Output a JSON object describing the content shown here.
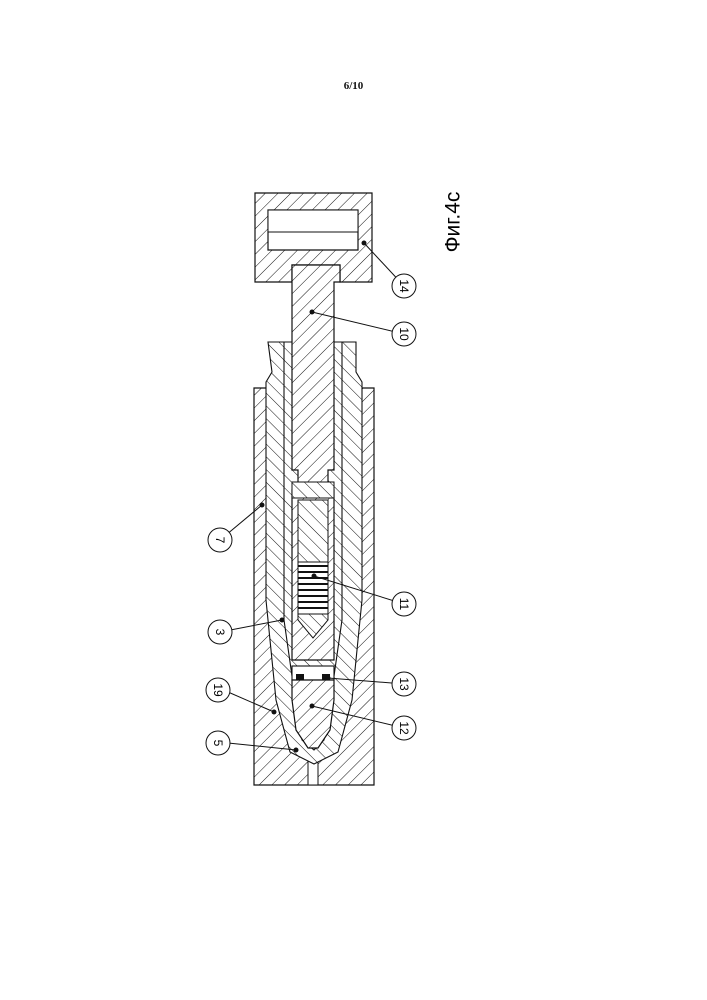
{
  "page": {
    "number": "6/10"
  },
  "figure": {
    "label": "Фиг.4с",
    "callouts": [
      "14",
      "10",
      "7",
      "3",
      "11",
      "19",
      "13",
      "5",
      "12"
    ]
  },
  "colors": {
    "ink": "#111111",
    "paper": "#ffffff"
  }
}
